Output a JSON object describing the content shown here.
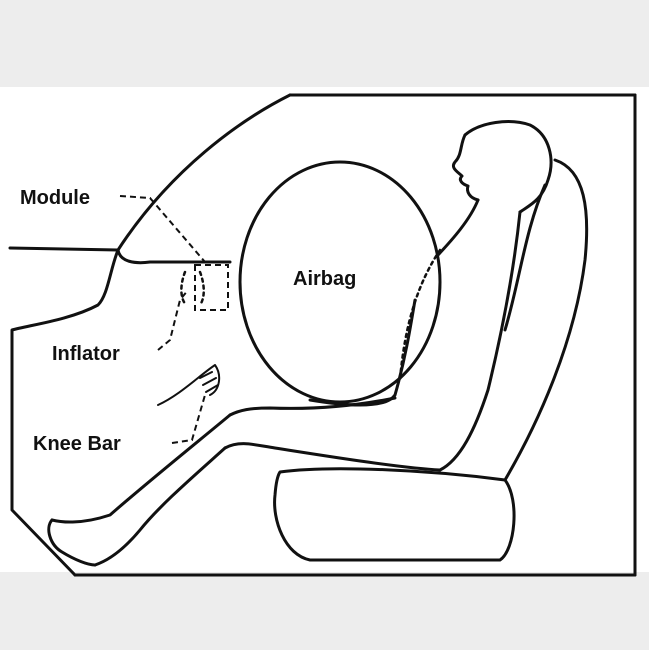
{
  "diagram": {
    "labels": {
      "module": "Module",
      "inflator": "Inflator",
      "knee_bar": "Knee Bar",
      "airbag": "Airbag"
    },
    "colors": {
      "background": "#ededed",
      "panel": "#ffffff",
      "ink": "#111111"
    }
  }
}
